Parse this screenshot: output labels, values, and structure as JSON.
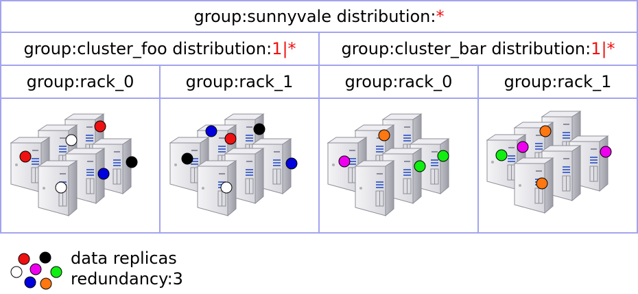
{
  "diagram": {
    "top": {
      "label": "group:sunnyvale distribution:",
      "dist": "*"
    },
    "clusters": [
      {
        "label": "group:cluster_foo distribution:",
        "dist": "1|*"
      },
      {
        "label": "group:cluster_bar distribution:",
        "dist": "1|*"
      }
    ],
    "racks": [
      "group:rack_0",
      "group:rack_1",
      "group:rack_0",
      "group:rack_1"
    ],
    "legend": {
      "line1": "data replicas",
      "line2": "redundancy:3"
    },
    "colors": {
      "border": "#a3a3f0",
      "replicas": {
        "red": "#ee1111",
        "white": "#ffffff",
        "black": "#000000",
        "blue": "#0000dd",
        "magenta": "#ee00ee",
        "green": "#11ee11",
        "orange": "#ff7711"
      }
    }
  }
}
